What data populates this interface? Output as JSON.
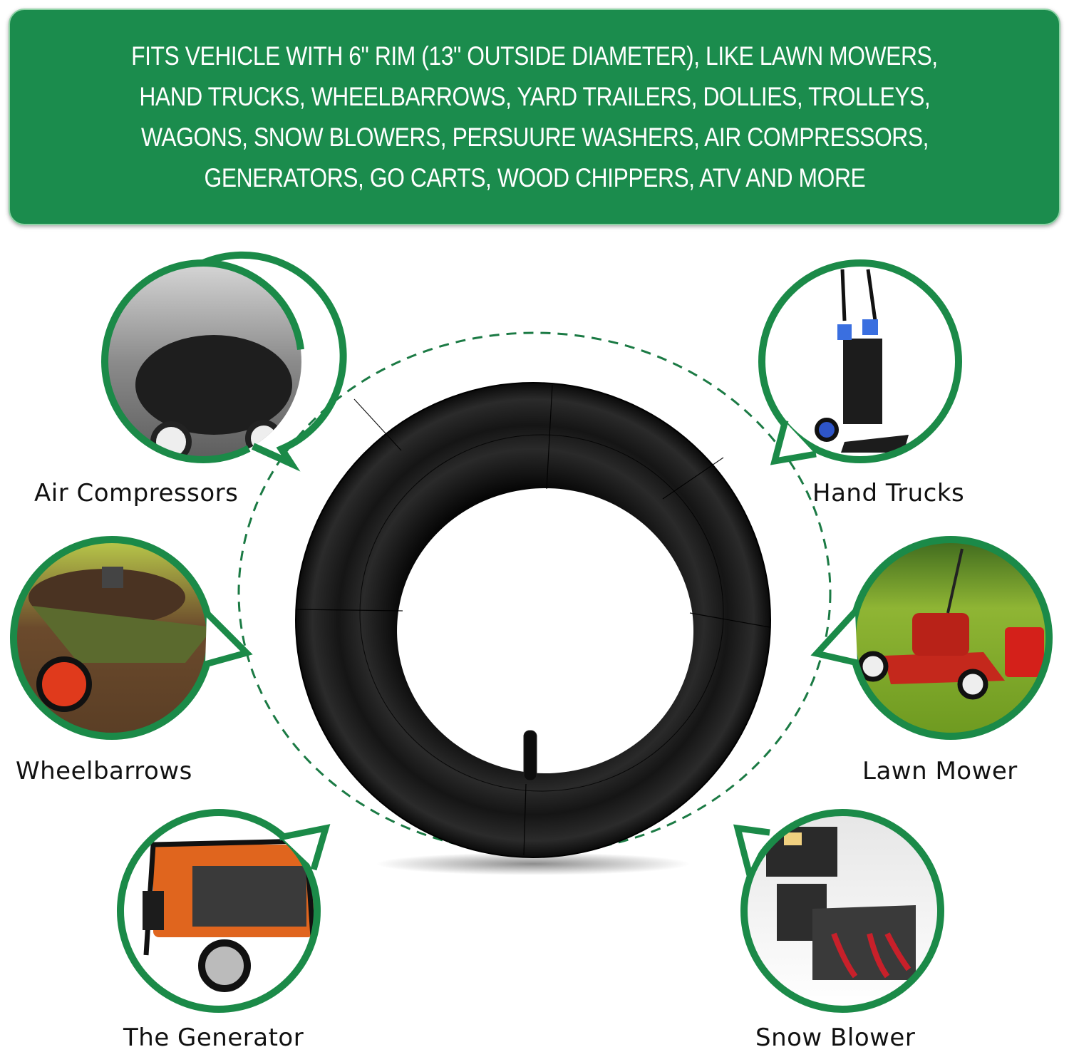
{
  "banner": {
    "lines": [
      "FITS VEHICLE WITH 6\" RIM (13\" OUTSIDE DIAMETER), LIKE LAWN MOWERS,",
      "HAND TRUCKS, WHEELBARROWS, YARD TRAILERS, DOLLIES, TROLLEYS,",
      "WAGONS, SNOW BLOWERS, PERSUURE WASHERS, AIR COMPRESSORS,",
      "GENERATORS, GO CARTS, WOOD CHIPPERS, ATV AND MORE"
    ],
    "background_color": "#1b8c4d",
    "text_color": "#ffffff"
  },
  "product": {
    "name": "inner-tube",
    "color": "#111111",
    "valve": "straight-valve-stem"
  },
  "applications": [
    {
      "label": "Air Compressors",
      "icon": "air-compressor-photo",
      "position": "top-left"
    },
    {
      "label": "Hand Trucks",
      "icon": "hand-truck-photo",
      "position": "top-right"
    },
    {
      "label": "Wheelbarrows",
      "icon": "wheelbarrow-photo",
      "position": "middle-left"
    },
    {
      "label": "Lawn Mower",
      "icon": "lawn-mower-photo",
      "position": "middle-right"
    },
    {
      "label": "The Generator",
      "icon": "generator-photo",
      "position": "bottom-left"
    },
    {
      "label": "Snow Blower",
      "icon": "snow-blower-photo",
      "position": "bottom-right"
    }
  ],
  "colors": {
    "accent_green": "#1b8a48",
    "dashed_ring": "#1b7a44",
    "label_text": "#111111"
  }
}
